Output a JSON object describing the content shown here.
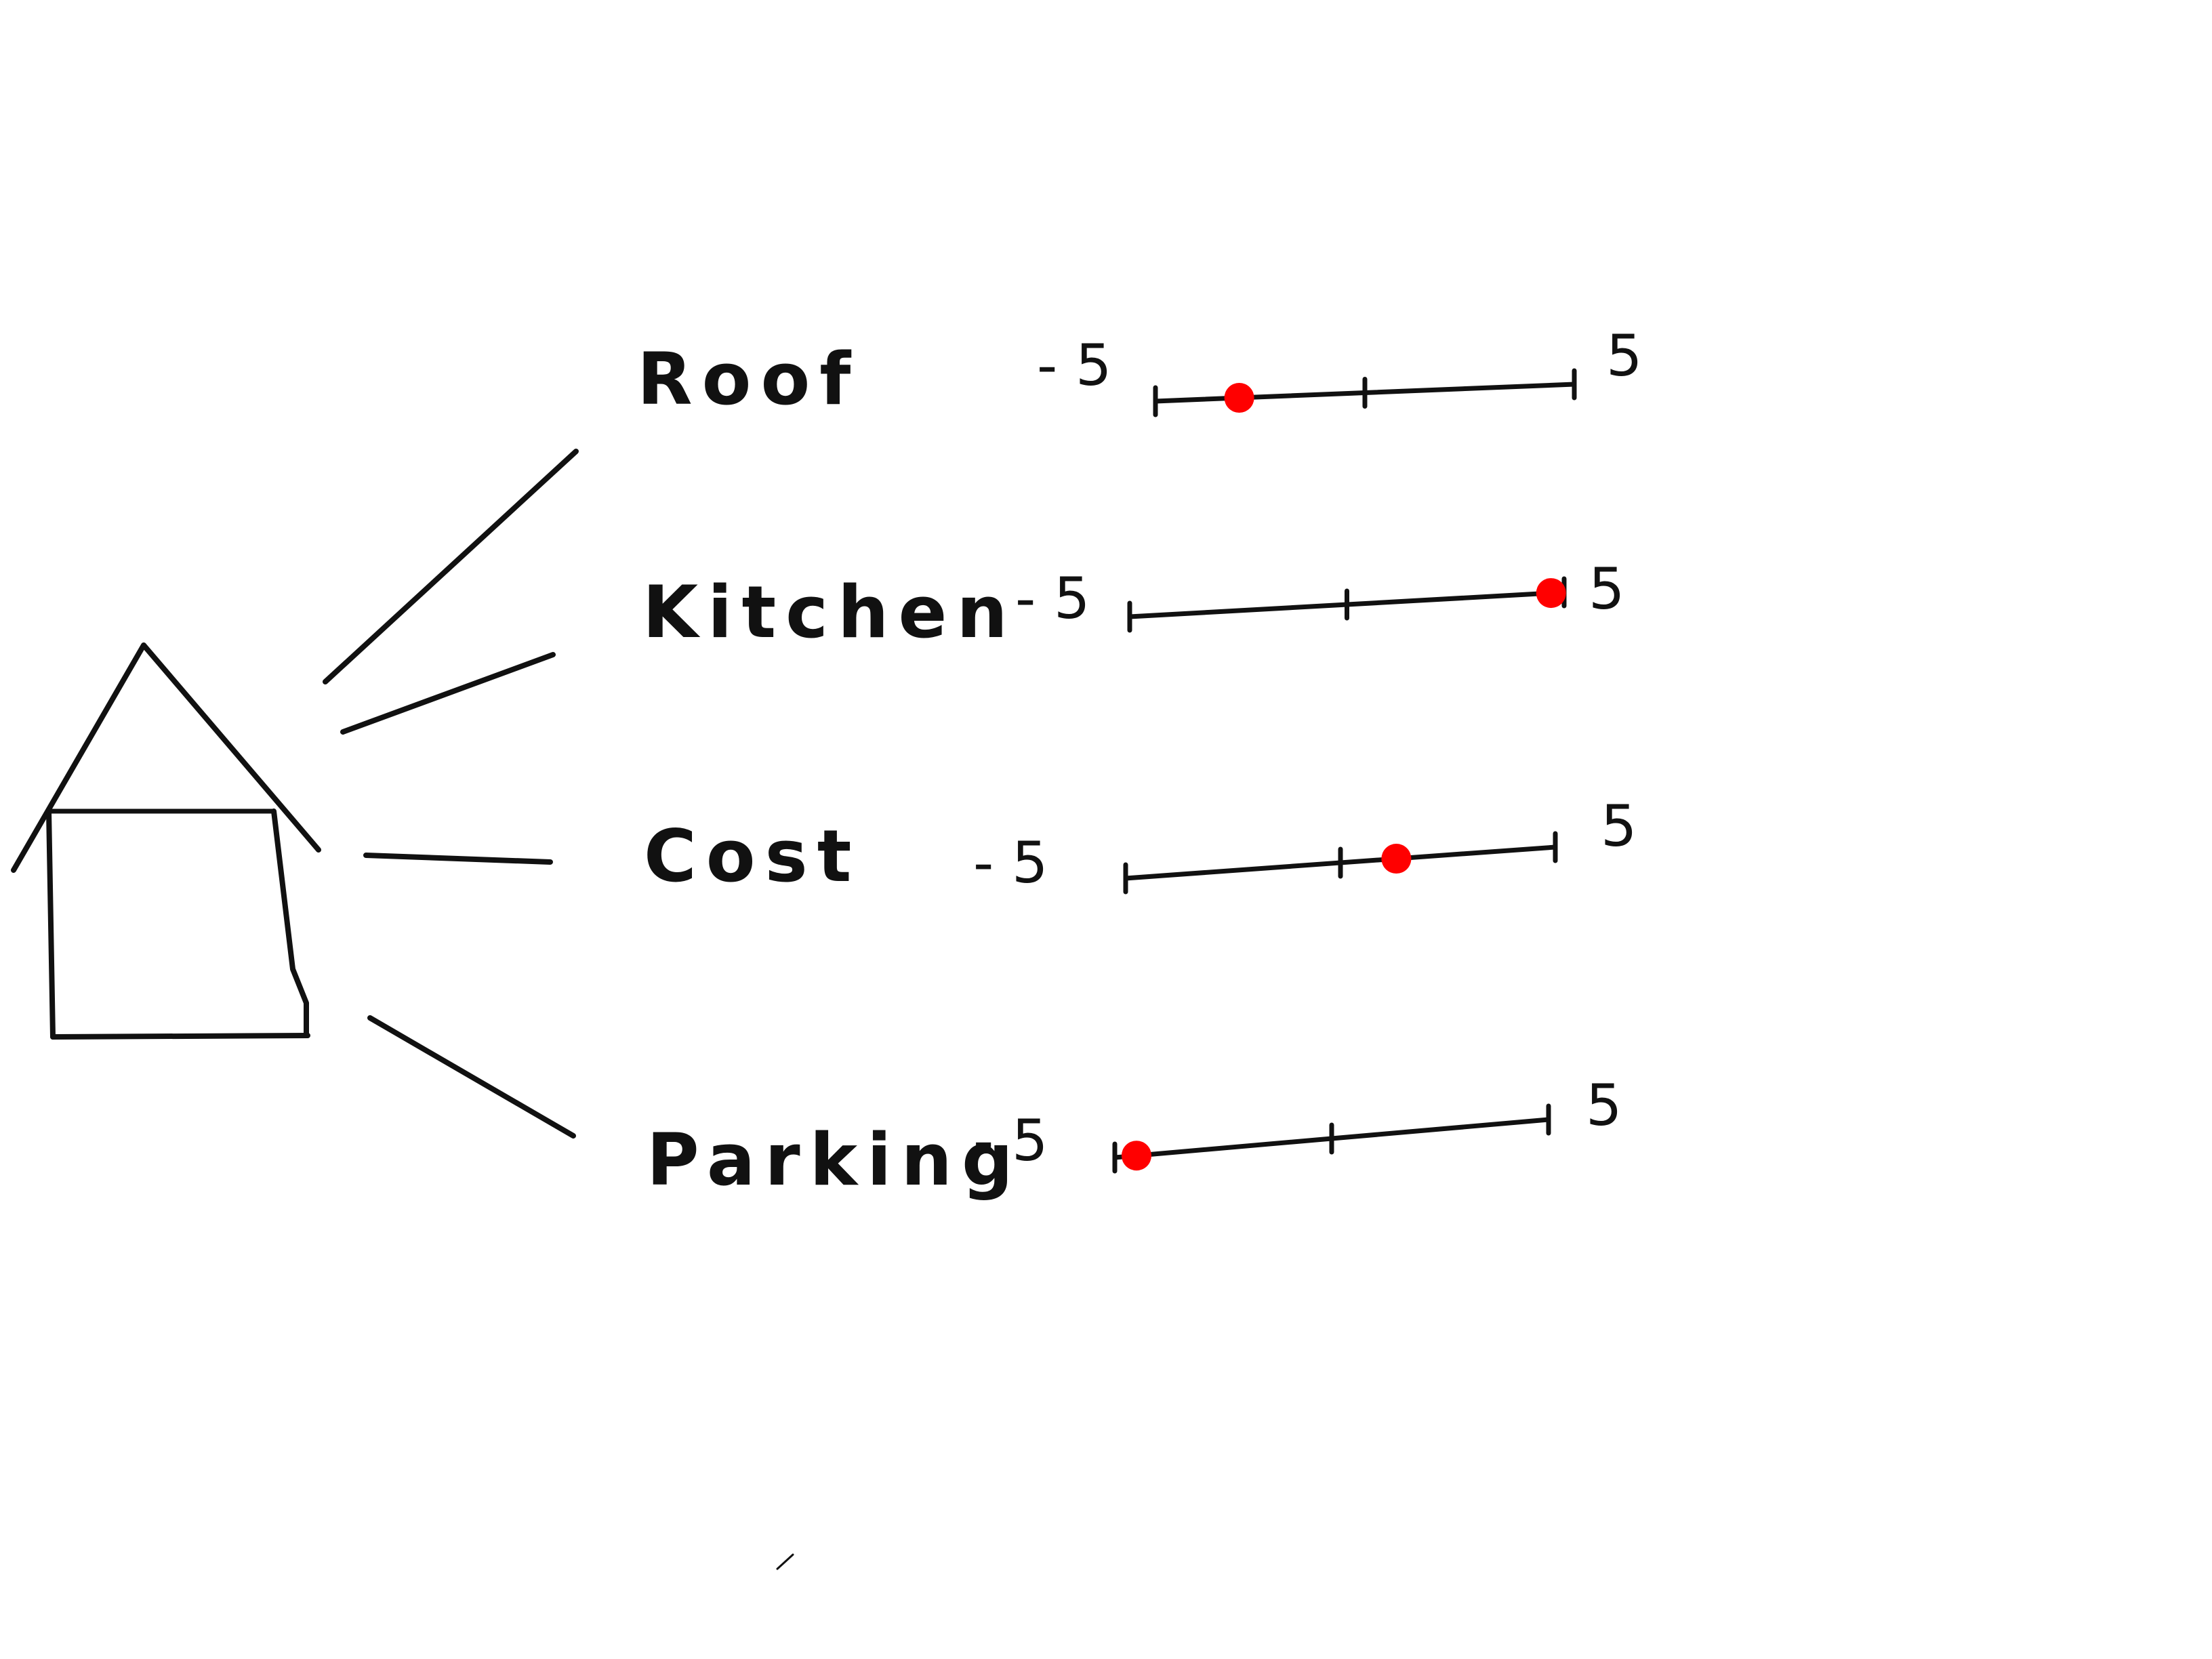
{
  "diagram": {
    "marker_color": "#ff0000",
    "ink_color": "#111111",
    "scale": {
      "min_label": "- 5",
      "max_label": "5",
      "min": -5,
      "max": 5
    },
    "rows": [
      {
        "label": "Roof",
        "value": -3.0
      },
      {
        "label": "Kitchen",
        "value": 4.7
      },
      {
        "label": "Cost",
        "value": 1.3
      },
      {
        "label": "Parking",
        "value": -4.5
      }
    ]
  }
}
